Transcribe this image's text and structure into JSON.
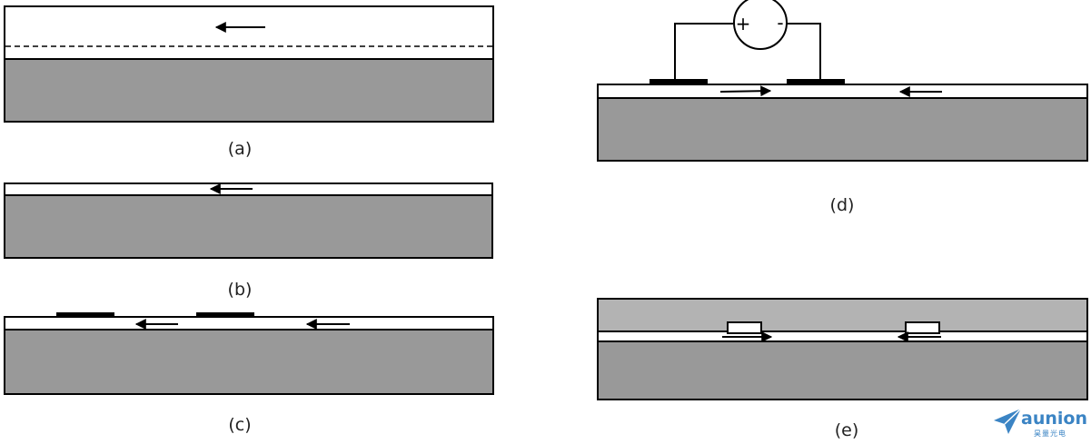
{
  "panels": [
    {
      "id": "a",
      "caption": "(a)"
    },
    {
      "id": "b",
      "caption": "(b)"
    },
    {
      "id": "c",
      "caption": "(c)"
    },
    {
      "id": "d",
      "caption": "(d)",
      "source": {
        "plus": "+",
        "minus": "-"
      }
    },
    {
      "id": "e",
      "caption": "(e)"
    }
  ],
  "logo": {
    "name": "aunion",
    "subtitle": "昊量光电"
  },
  "colors": {
    "substrate": "#999999",
    "cladding": "#b3b3b3",
    "film": "#ffffff",
    "electrode": "#000000",
    "logo": "#3b84c4"
  }
}
